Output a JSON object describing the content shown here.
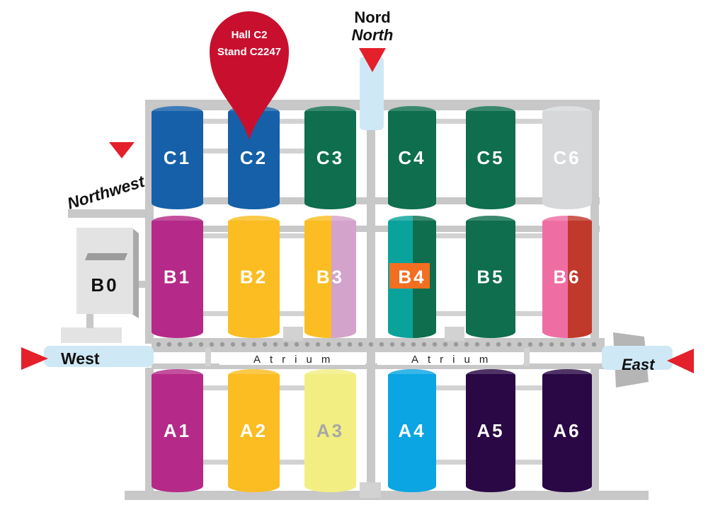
{
  "pin": {
    "line1": "Hall C2",
    "line2": "Stand C2247",
    "color": "#c8102e"
  },
  "entrances": {
    "north": {
      "line1": "Nord",
      "line2": "North"
    },
    "northwest": "Northwest",
    "west": "West",
    "east": "East"
  },
  "atrium": {
    "left": "Atrium",
    "right": "Atrium"
  },
  "halls": {
    "B0": "B0",
    "C1": "C1",
    "C2": "C2",
    "C3": "C3",
    "C4": "C4",
    "C5": "C5",
    "C6": "C6",
    "B1": "B1",
    "B2": "B2",
    "B3": "B3",
    "B4": "B4",
    "B5": "B5",
    "B6": "B6",
    "A1": "A1",
    "A2": "A2",
    "A3": "A3",
    "A4": "A4",
    "A5": "A5",
    "A6": "A6"
  },
  "colors": {
    "blue": "#1560a8",
    "dark_green": "#0e6e4e",
    "silver": "#d6d8da",
    "magenta": "#b52a88",
    "yellow": "#fbbd22",
    "lilac": "#d3a3cc",
    "teal": "#0aa39c",
    "orange": "#f26f21",
    "pink": "#ee6ea3",
    "brick": "#c0392b",
    "pale_yellow": "#f3ee82",
    "cyan": "#0aa5e2",
    "dark_purple": "#2a0745",
    "corridor": "#c8c8c8",
    "entrance_blue": "#cfe8f6",
    "arrow_red": "#e4202a"
  }
}
